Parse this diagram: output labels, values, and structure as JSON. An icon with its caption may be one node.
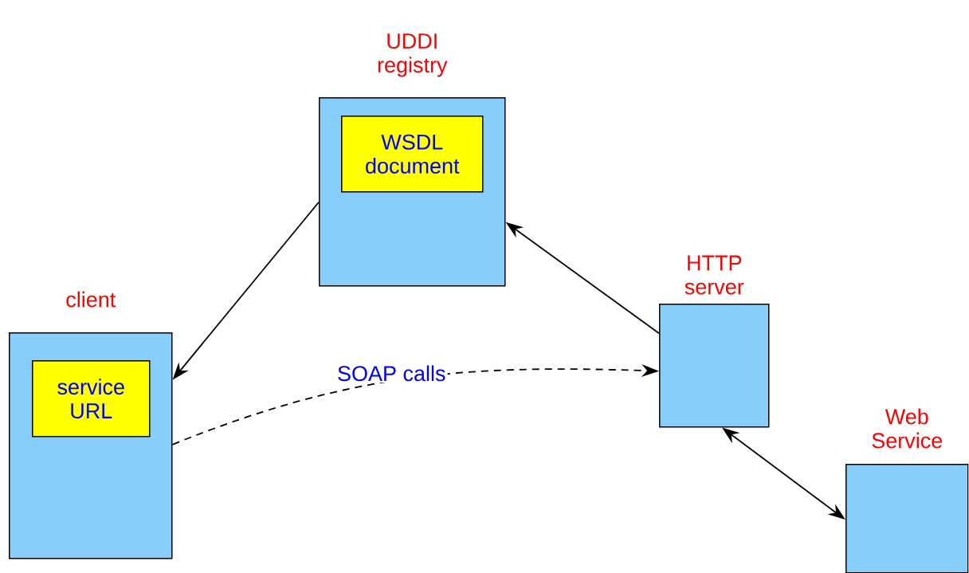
{
  "diagram": {
    "nodes": [
      {
        "text": [
          "UDDI registry"
        ]
      },
      {
        "text": [
          "WSDL document"
        ],
        "in": 0
      },
      {
        "text": [
          "client"
        ]
      },
      {
        "text": [
          "service URL"
        ],
        "in": 2
      },
      {
        "text": [
          "HTTP server"
        ]
      },
      {
        "text": [
          "Web Service"
        ]
      }
    ],
    "edges": [
      {
        "from": 0,
        "to": 2,
        "arrow": "to"
      },
      {
        "from": 4,
        "to": 0,
        "arrow": "to"
      },
      {
        "from": 2,
        "to": 4,
        "arrow": "to",
        "style": "dashed",
        "label": "SOAP calls"
      },
      {
        "from": 4,
        "to": 5,
        "arrow": "both"
      }
    ]
  }
}
